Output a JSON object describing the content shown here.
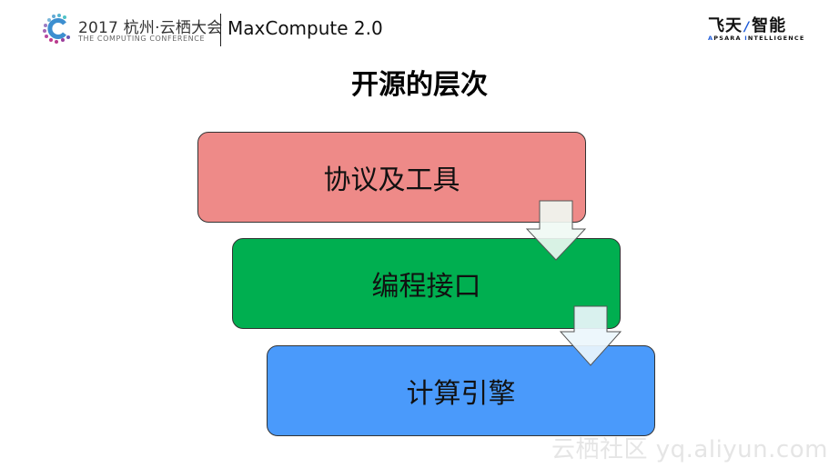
{
  "header": {
    "conference_title": "2017 杭州·云栖大会",
    "conference_subtitle": "THE COMPUTING CONFERENCE",
    "product_name": "MaxCompute 2.0",
    "brand_cn_left": "飞天",
    "brand_slash": "/",
    "brand_cn_right": "智能",
    "brand_en_a_cap": "A",
    "brand_en_a_rest": "PSARA ",
    "brand_en_i_cap": "I",
    "brand_en_i_rest": "NTELLIGENCE"
  },
  "title": "开源的层次",
  "layers": [
    {
      "label": "协议及工具",
      "color": "#EE8A88"
    },
    {
      "label": "编程接口",
      "color": "#00AF50"
    },
    {
      "label": "计算引擎",
      "color": "#4A9AFB"
    }
  ],
  "arrows": [
    {
      "from": "协议及工具",
      "to": "编程接口",
      "direction": "down"
    },
    {
      "from": "编程接口",
      "to": "计算引擎",
      "direction": "down"
    }
  ],
  "watermark": "云栖社区 yq.aliyun.com"
}
